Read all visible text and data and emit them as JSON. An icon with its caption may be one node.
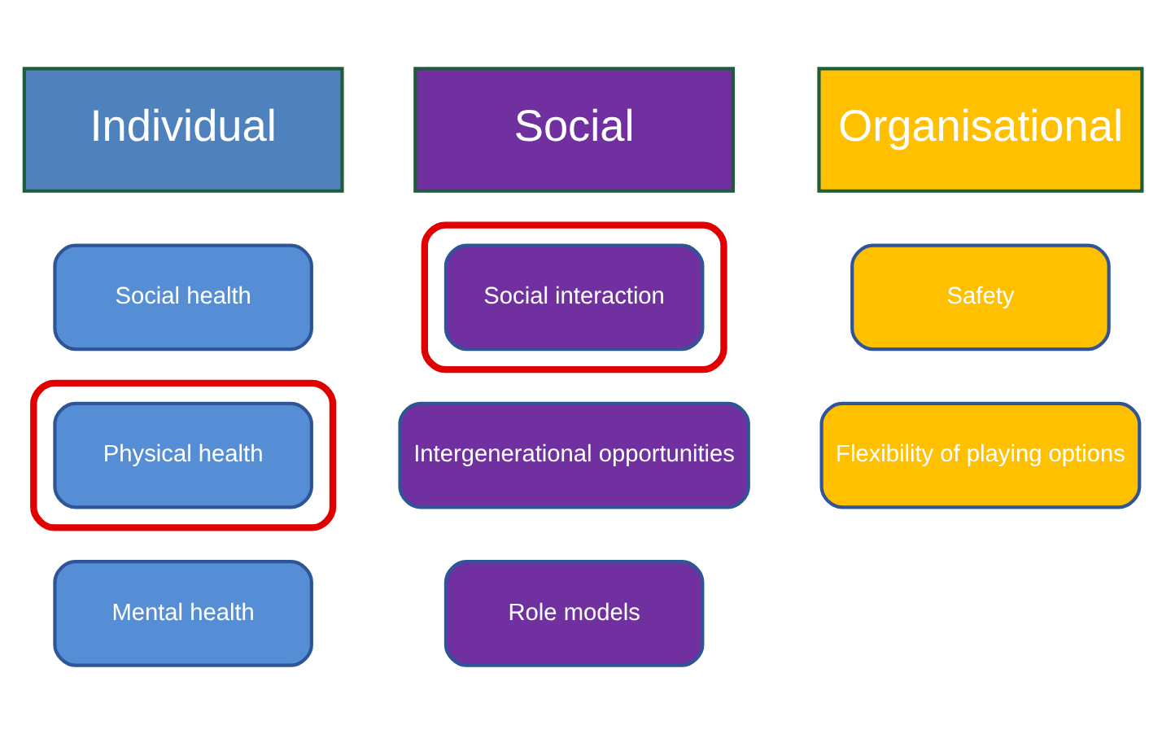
{
  "diagram": {
    "nodes": [
      {
        "text": [
          "Individual"
        ]
      },
      {
        "text": [
          "Social"
        ]
      },
      {
        "text": [
          "Organisational"
        ]
      },
      {
        "text": [
          "Social health"
        ]
      },
      {
        "text": [],
        "shape": "ellipse"
      },
      {
        "text": [
          "Social interaction"
        ],
        "in": 4
      },
      {
        "text": [
          "Safety"
        ]
      },
      {
        "text": [],
        "shape": "ellipse"
      },
      {
        "text": [
          "Physical health"
        ],
        "in": 7
      },
      {
        "text": [
          "Intergenerational opportunities"
        ]
      },
      {
        "text": [
          "Flexibility of playing options"
        ]
      },
      {
        "text": [
          "Mental health"
        ]
      },
      {
        "text": [
          "Role models"
        ]
      }
    ],
    "edges": []
  }
}
